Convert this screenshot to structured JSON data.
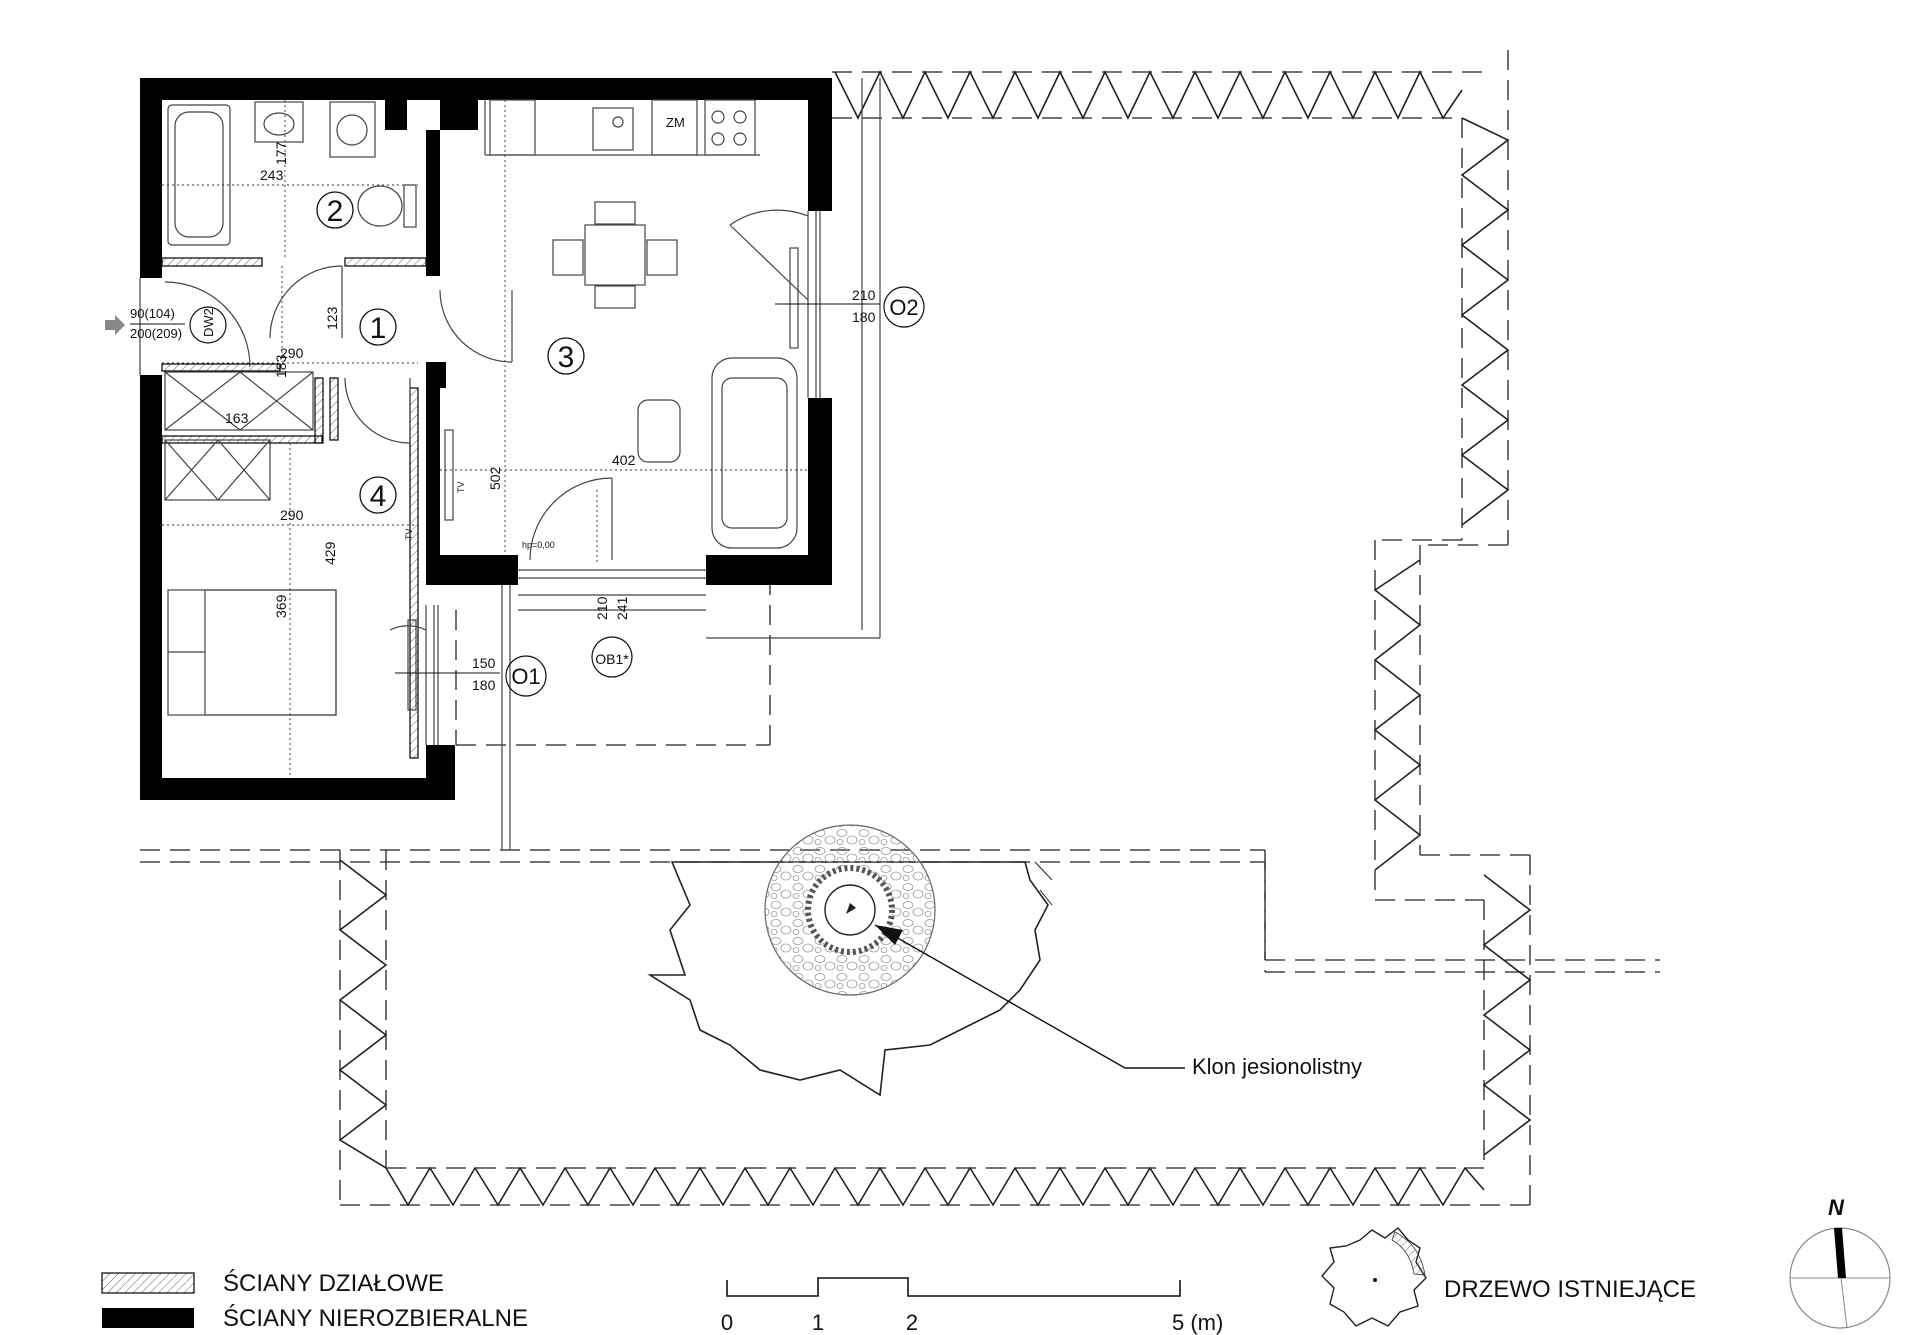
{
  "rooms": [
    {
      "number": "1"
    },
    {
      "number": "2"
    },
    {
      "number": "3"
    },
    {
      "number": "4"
    }
  ],
  "dimensions": {
    "bath_height": "177",
    "bath_width": "243",
    "hall_height": "123",
    "hall_width": "290",
    "hall_upper": "183",
    "closet_width": "163",
    "bedroom_width": "290",
    "bedroom_depth": "429",
    "bed_area": "369",
    "living_depth": "502",
    "living_width": "402",
    "balcony_door_width": "210",
    "balcony_door_sill": "241"
  },
  "openings": {
    "entry_door": {
      "tag": "DW2",
      "size_top": "90(104)",
      "size_bottom": "200(209)"
    },
    "window_o1": {
      "tag": "O1",
      "width": "150",
      "height": "180"
    },
    "window_o2": {
      "tag": "O2",
      "width": "210",
      "height": "180"
    },
    "balcony_door": {
      "tag": "OB1*"
    }
  },
  "fixtures": {
    "stove_label": "ZM",
    "tv_label_1": "TV",
    "tv_label_2": "TV",
    "sill_label": "hp=0,00"
  },
  "tree": {
    "label": "Klon jesionolistny"
  },
  "legend": {
    "partition_walls": "ŚCIANY DZIAŁOWE",
    "load_bearing_walls": "ŚCIANY NIEROZBIERALNE",
    "existing_tree": "DRZEWO ISTNIEJĄCE"
  },
  "scale": {
    "ticks": [
      "0",
      "1",
      "2",
      "5 (m)"
    ]
  },
  "north": {
    "label": "N"
  }
}
